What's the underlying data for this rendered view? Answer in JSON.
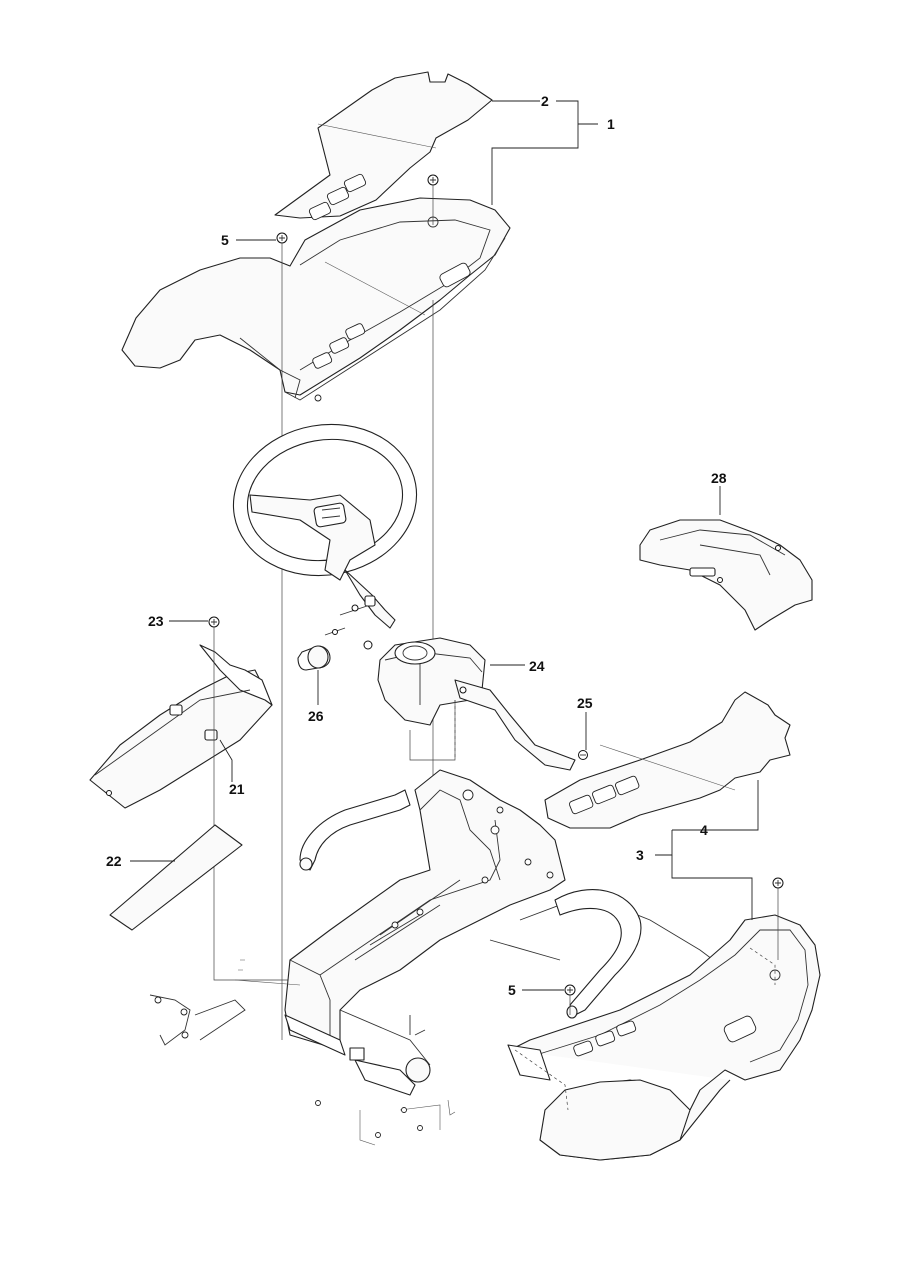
{
  "callouts": {
    "c1": "1",
    "c2": "2",
    "c3": "3",
    "c4": "4",
    "c5a": "5",
    "c5b": "5",
    "c21": "21",
    "c22": "22",
    "c23": "23",
    "c24": "24",
    "c25": "25",
    "c26": "26",
    "c28": "28"
  }
}
